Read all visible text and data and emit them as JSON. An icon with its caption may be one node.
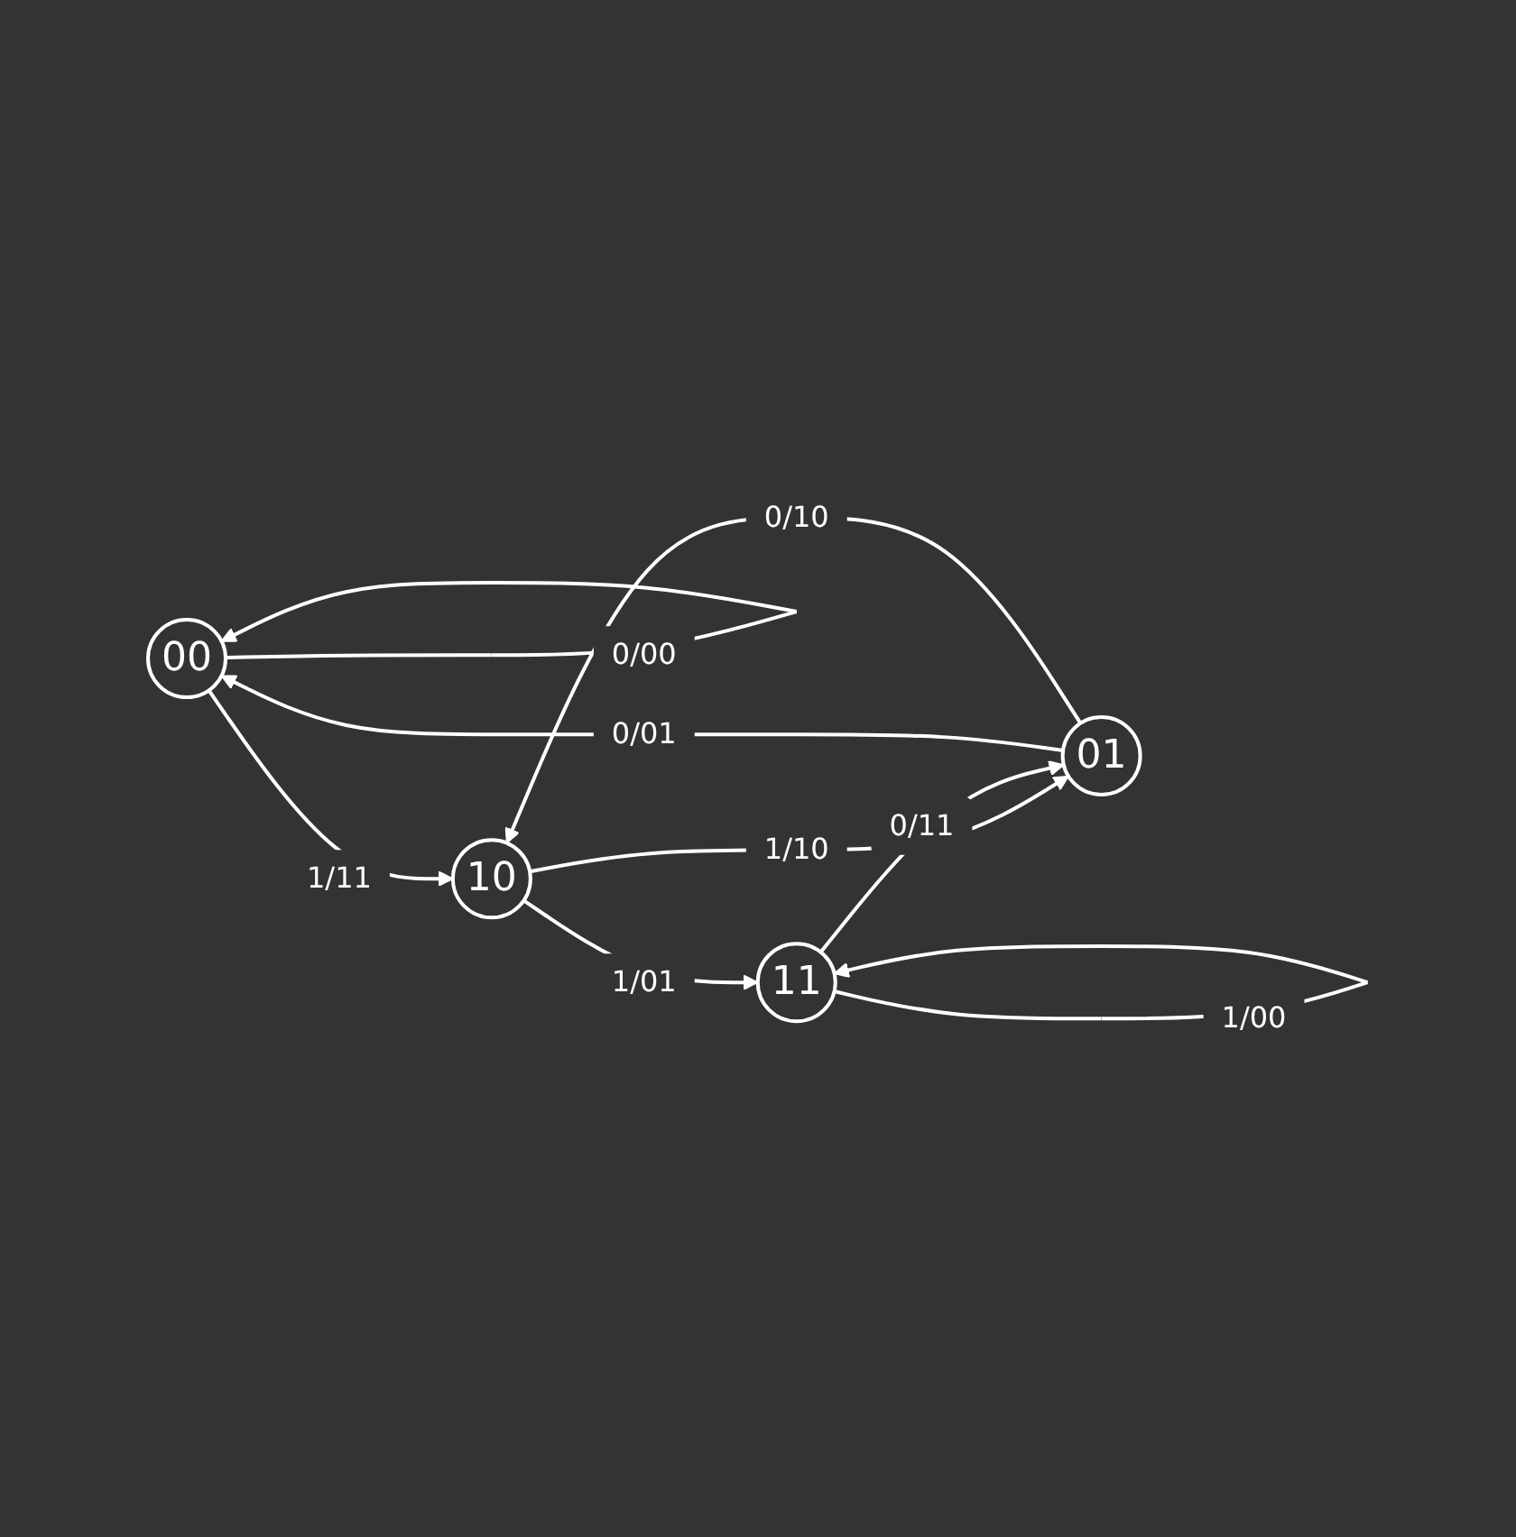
{
  "diagram": {
    "nodes": [
      {
        "text": [
          "00"
        ]
      },
      {
        "text": [
          "01"
        ]
      },
      {
        "text": [
          "10"
        ]
      },
      {
        "text": [
          "11"
        ]
      }
    ],
    "edges": [
      {
        "from": 0,
        "to": 0,
        "arrow": "to",
        "label": "0/00"
      },
      {
        "from": 1,
        "to": 0,
        "arrow": "to",
        "label": "0/01"
      },
      {
        "from": 0,
        "to": 2,
        "arrow": "to",
        "label": "1/11"
      },
      {
        "from": 1,
        "to": 2,
        "arrow": "to",
        "label": "0/10"
      },
      {
        "from": 2,
        "to": 1,
        "arrow": "to",
        "label": "1/10"
      },
      {
        "from": 3,
        "to": 1,
        "arrow": "to",
        "label": "0/11"
      },
      {
        "from": 2,
        "to": 3,
        "arrow": "to",
        "label": "1/01"
      },
      {
        "from": 3,
        "to": 3,
        "arrow": "to",
        "label": "1/00"
      }
    ]
  }
}
